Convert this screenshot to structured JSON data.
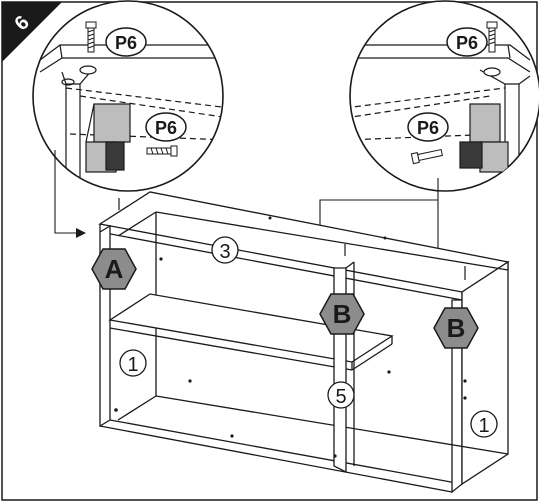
{
  "step": {
    "number": "6"
  },
  "parts": {
    "screw_label": "P6",
    "connector_a": "A",
    "connector_b": "B",
    "side_panel": "1",
    "top_panel": "3",
    "divider": "5"
  },
  "colors": {
    "line": "#1a1a1a",
    "hexagon_fill": "#8c8c8c",
    "step_badge": "#1a1a1a",
    "detail_part": "#bdbdbd",
    "dark_part": "#3a3a3a"
  }
}
